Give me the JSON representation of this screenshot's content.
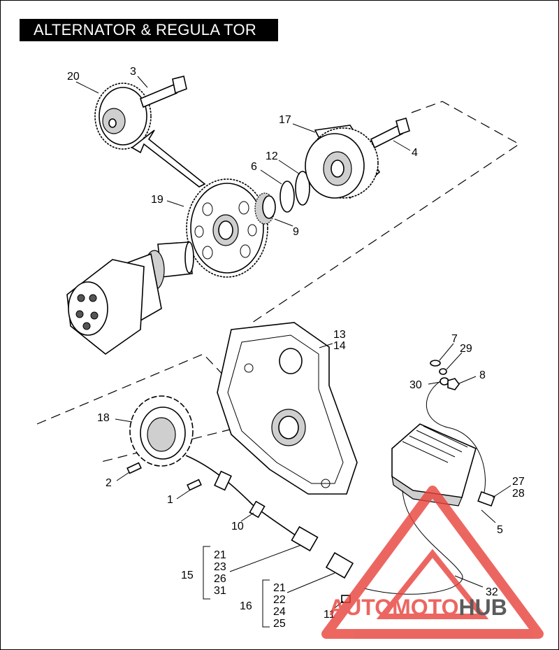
{
  "title": "ALTERNATOR & REGULA TOR",
  "callouts": [
    "20",
    "3",
    "17",
    "4",
    "12",
    "6",
    "19",
    "9",
    "13",
    "14",
    "7",
    "29",
    "30",
    "8",
    "18",
    "27",
    "28",
    "5",
    "2",
    "1",
    "10",
    "21",
    "23",
    "26",
    "31",
    "15",
    "32",
    "21",
    "22",
    "24",
    "25",
    "16",
    "11"
  ],
  "watermark": {
    "part1": "AUTO",
    "part2": "MOTO",
    "part3": "HUB",
    "color_red": "#e8413a",
    "color_dark": "#333333"
  }
}
